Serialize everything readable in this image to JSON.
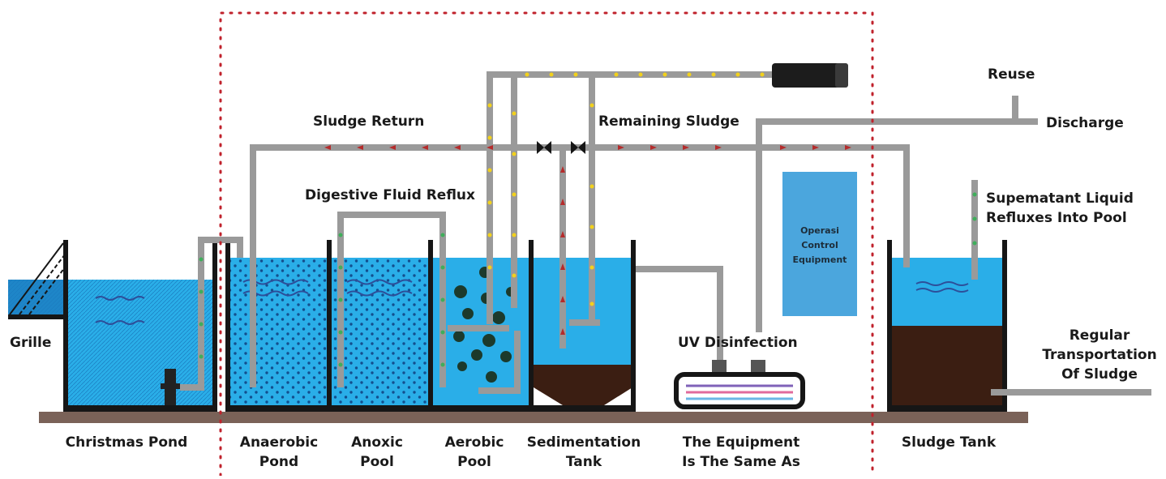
{
  "labels": {
    "sludge_return": "Sludge Return",
    "remaining_sludge": "Remaining Sludge",
    "reuse": "Reuse",
    "discharge": "Discharge",
    "digestive_fluid_reflux": "Digestive Fluid Reflux",
    "supernatant_1": "Supematant Liquid",
    "supernatant_2": "Refluxes Into Pool",
    "grille": "Grille",
    "uv_disinfection": "UV Disinfection",
    "control_1": "Operasi",
    "control_2": "Control",
    "control_3": "Equipment",
    "regular_1": "Regular",
    "regular_2": "Transportation",
    "regular_3": "Of Sludge"
  },
  "tanks": {
    "christmas_pond": "Christmas Pond",
    "anaerobic_1": "Anaerobic",
    "anaerobic_2": "Pond",
    "anoxic_1": "Anoxic",
    "anoxic_2": "Pool",
    "aerobic_1": "Aerobic",
    "aerobic_2": "Pool",
    "sedimentation_1": "Sedimentation",
    "sedimentation_2": "Tank",
    "equipment_1": "The Equipment",
    "equipment_2": "Is The Same As",
    "sludge_tank": "Sludge Tank"
  },
  "colors": {
    "water": "#2aaee8",
    "water_dark": "#1e86c8",
    "sludge": "#3b1e12",
    "pipe": "#9a9a9a",
    "wall": "#161616",
    "ground": "#7a6258",
    "boundary": "#c0222c",
    "panel": "#4ba6dd",
    "flow_red": "#b52b2b",
    "flow_yellow": "#f2d11c",
    "flow_green": "#3fae5b"
  },
  "icons": [
    "uv-lamp-icon",
    "blower-icon",
    "valve-icon",
    "grille-icon"
  ]
}
